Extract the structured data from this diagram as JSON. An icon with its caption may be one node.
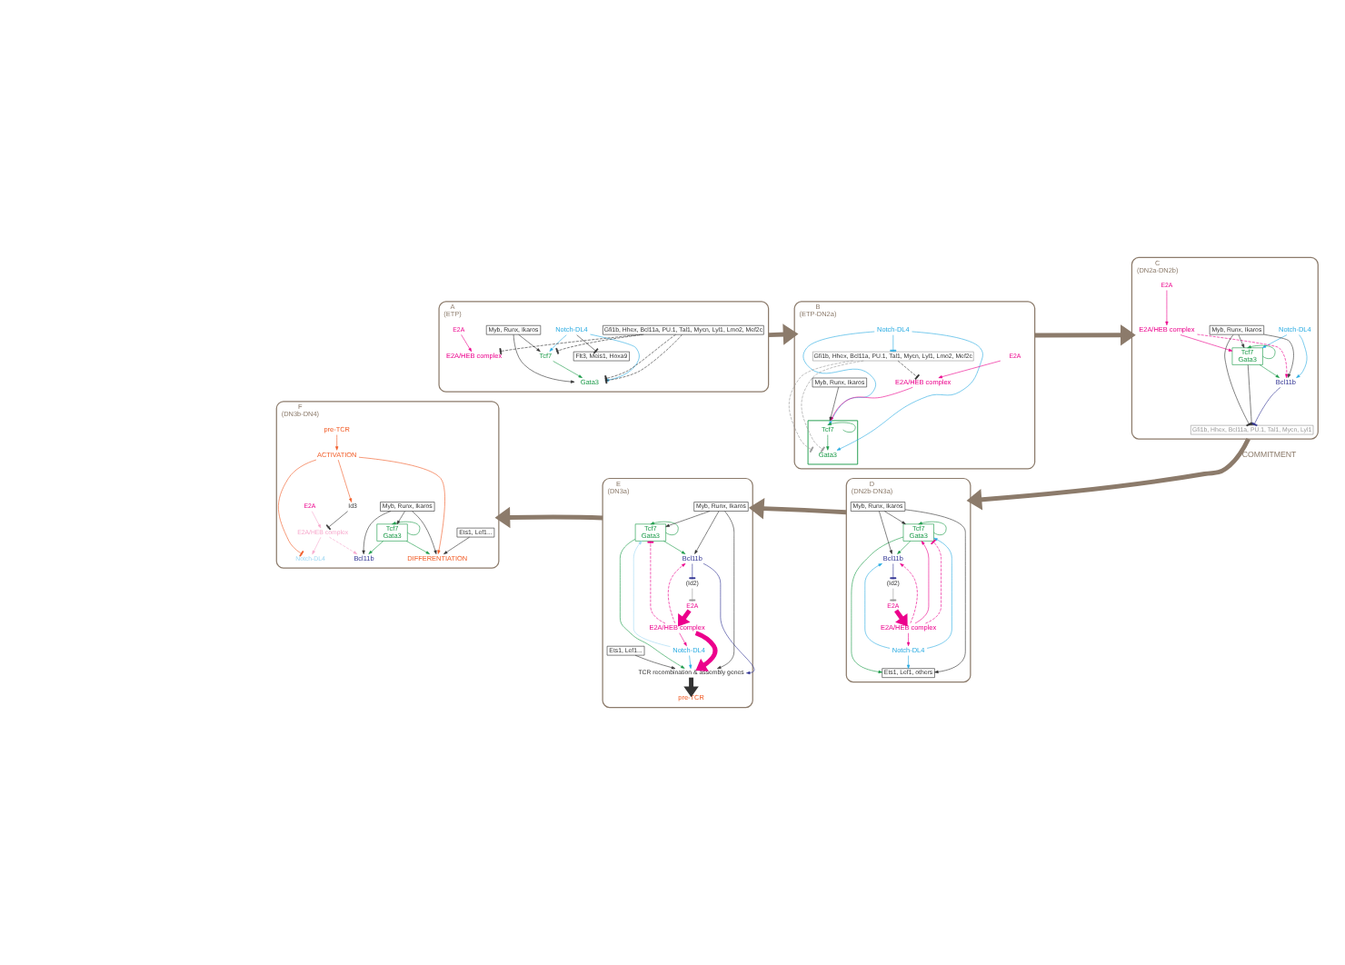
{
  "diagram": {
    "nodes": [
      {
        "text": [
          "A",
          "(ETP)"
        ]
      },
      {
        "text": [
          "Notch-DL4"
        ],
        "in": 0
      },
      {
        "text": [
          "Flt3, Meis1, Hoxa9"
        ],
        "in": 0
      },
      {
        "text": [
          "Gfi1b, Hhex, Bcl11a, PU.1, Tal1, Mycn, Lyl1, Lmo2, Mef2c"
        ],
        "in": 0
      },
      {
        "text": [
          "Tcf7"
        ],
        "in": 0
      },
      {
        "text": [
          "Gata3"
        ],
        "in": 0
      },
      {
        "text": [
          "E2A"
        ],
        "in": 0
      },
      {
        "text": [
          "E2A/HEB complex"
        ],
        "in": 0
      },
      {
        "text": [
          "Myb, Runx, Ikaros"
        ],
        "in": 0
      },
      {
        "text": [
          "B",
          "(ETP-DN2a)"
        ]
      },
      {
        "text": [
          "Notch-DL4"
        ],
        "in": 9
      },
      {
        "text": [
          "Gfi1b, Hhex, Bcl11a, PU.1, Tal1, Mycn, Lyl1, Lmo2, Mef2c"
        ],
        "in": 9
      },
      {
        "text": [],
        "shape": "box",
        "in": 9
      },
      {
        "text": [
          "Tcf7"
        ],
        "in": 12
      },
      {
        "text": [
          "Gata3"
        ],
        "in": 12
      },
      {
        "text": [
          "E2A"
        ],
        "in": 9
      },
      {
        "text": [
          "E2A/HEB complex"
        ],
        "in": 9
      },
      {
        "text": [
          "Myb, Runx, Ikaros"
        ],
        "in": 9
      },
      {
        "text": [
          "C",
          "(DN2a-DN2b)"
        ]
      },
      {
        "text": [
          "Notch-DL4"
        ],
        "in": 18
      },
      {
        "text": [
          "Gfi1b, Hhex, Bcl11a, PU.1, Tal1, Mycn, Lyl1"
        ],
        "in": 18
      },
      {
        "text": [
          "Tcf7",
          "Gata3"
        ],
        "in": 18
      },
      {
        "text": [
          "Bcl11b"
        ],
        "in": 18
      },
      {
        "text": [
          "E2A"
        ],
        "in": 18
      },
      {
        "text": [
          "E2A/HEB complex"
        ],
        "in": 18
      },
      {
        "text": [
          "Myb, Runx, Ikaros"
        ],
        "in": 18
      },
      {
        "text": [
          "D",
          "(DN2b-DN3a)"
        ]
      },
      {
        "text": [
          "Notch-DL4"
        ],
        "in": 26
      },
      {
        "text": [
          "(Id2)"
        ],
        "in": 26
      },
      {
        "text": [
          "Tcf7",
          "Gata3"
        ],
        "in": 26
      },
      {
        "text": [
          "Bcl11b"
        ],
        "in": 26
      },
      {
        "text": [
          "E2A"
        ],
        "in": 26
      },
      {
        "text": [
          "E2A/HEB complex"
        ],
        "in": 26
      },
      {
        "text": [
          "Myb, Runx, Ikaros"
        ],
        "in": 26
      },
      {
        "text": [
          "Ets1, Lef1, others"
        ],
        "in": 26
      },
      {
        "text": [
          "E",
          "(DN3a)"
        ]
      },
      {
        "text": [
          "Notch-DL4"
        ],
        "in": 35
      },
      {
        "text": [
          "(Id2)"
        ],
        "in": 35
      },
      {
        "text": [
          "Tcf7",
          "Gata3"
        ],
        "in": 35
      },
      {
        "text": [
          "Bcl11b"
        ],
        "in": 35
      },
      {
        "text": [
          "E2A"
        ],
        "in": 35
      },
      {
        "text": [
          "E2A/HEB complex"
        ],
        "in": 35
      },
      {
        "text": [
          "Myb, Runx, Ikaros"
        ],
        "in": 35
      },
      {
        "text": [
          "Ets1, Lef1..."
        ],
        "in": 35
      },
      {
        "text": [
          "TCR recombination & assembly genes"
        ],
        "in": 35
      },
      {
        "text": [
          "pre-TCR"
        ],
        "in": 35
      },
      {
        "text": [
          "F",
          "(DN3b-DN4)"
        ]
      },
      {
        "text": [
          "Notch-DL4"
        ],
        "in": 46
      },
      {
        "text": [
          "Id3"
        ],
        "in": 46
      },
      {
        "text": [
          "Tcf7",
          "Gata3"
        ],
        "in": 46
      },
      {
        "text": [
          "Bcl11b"
        ],
        "in": 46
      },
      {
        "text": [
          "E2A"
        ],
        "in": 46
      },
      {
        "text": [
          "E2A/HEB complex"
        ],
        "in": 46
      },
      {
        "text": [
          "Myb, Runx, Ikaros"
        ],
        "in": 46
      },
      {
        "text": [
          "Ets1, Lef1..."
        ],
        "in": 46
      },
      {
        "text": [
          "pre-TCR"
        ],
        "in": 46
      },
      {
        "text": [
          "ACTIVATION"
        ],
        "in": 46
      },
      {
        "text": [
          "DIFFERENTIATION"
        ],
        "in": 46
      }
    ],
    "edges": [
      {
        "from": 1,
        "to": 2,
        "arrow": "other"
      },
      {
        "from": 1,
        "to": 4,
        "arrow": "to",
        "color": "#29abe2"
      },
      {
        "from": 1,
        "to": 5,
        "arrow": "to",
        "color": "#29abe2"
      },
      {
        "from": 3,
        "to": 4,
        "arrow": "other",
        "style": "dashed"
      },
      {
        "from": 3,
        "to": 5,
        "arrow": "other",
        "style": "dashed"
      },
      {
        "from": 3,
        "to": 5,
        "arrow": "other",
        "style": "dashed"
      },
      {
        "from": 3,
        "to": 7,
        "arrow": "other",
        "style": "dashed"
      },
      {
        "from": 4,
        "to": 5,
        "arrow": "to",
        "color": "#1a9a48"
      },
      {
        "from": 6,
        "to": 7,
        "arrow": "to",
        "color": "#ec008c"
      },
      {
        "from": 8,
        "to": 4,
        "arrow": "to"
      },
      {
        "from": 8,
        "to": 5,
        "arrow": "to"
      },
      {
        "from": 10,
        "to": 13,
        "arrow": "to",
        "color": "#29abe2"
      },
      {
        "from": 10,
        "to": 14,
        "arrow": "to",
        "color": "#29abe2"
      },
      {
        "from": 10,
        "to": 11,
        "arrow": "other",
        "color": "#29abe2"
      },
      {
        "from": 11,
        "to": 14,
        "arrow": "other",
        "style": "dashed",
        "color": "#999999"
      },
      {
        "from": 11,
        "to": 14,
        "arrow": "other",
        "style": "dashed",
        "color": "#999999"
      },
      {
        "from": 11,
        "to": 16,
        "arrow": "other",
        "style": "dashed"
      },
      {
        "from": 13,
        "to": 13,
        "arrow": "to",
        "color": "#1a9a48"
      },
      {
        "from": 13,
        "to": 14,
        "arrow": "to",
        "color": "#1a9a48"
      },
      {
        "from": 15,
        "to": 16,
        "arrow": "to",
        "color": "#ec008c"
      },
      {
        "from": 16,
        "to": 12,
        "arrow": "to",
        "color": "#ec008c"
      },
      {
        "from": 17,
        "to": 12,
        "arrow": "to"
      },
      {
        "from": 19,
        "to": 21,
        "arrow": "to",
        "color": "#29abe2"
      },
      {
        "from": 19,
        "to": 22,
        "arrow": "to",
        "color": "#29abe2"
      },
      {
        "from": 22,
        "to": 20,
        "arrow": "other",
        "color": "#2e3192"
      },
      {
        "from": 21,
        "to": 20,
        "arrow": "other"
      },
      {
        "from": 25,
        "to": 20,
        "arrow": "other"
      },
      {
        "from": 21,
        "to": 21,
        "arrow": "to",
        "color": "#1a9a48"
      },
      {
        "from": 21,
        "to": 22,
        "arrow": "to",
        "color": "#1a9a48"
      },
      {
        "from": 23,
        "to": 24,
        "arrow": "to",
        "color": "#ec008c"
      },
      {
        "from": 24,
        "to": 21,
        "arrow": "to",
        "color": "#ec008c"
      },
      {
        "from": 24,
        "to": 22,
        "arrow": "to",
        "style": "dashed",
        "color": "#ec008c"
      },
      {
        "from": 25,
        "to": 21,
        "arrow": "to"
      },
      {
        "from": 25,
        "to": 22,
        "arrow": "to"
      },
      {
        "from": 27,
        "to": 29,
        "arrow": "to",
        "color": "#29abe2"
      },
      {
        "from": 27,
        "to": 30,
        "arrow": "to",
        "color": "#29abe2"
      },
      {
        "from": 27,
        "to": 34,
        "arrow": "to",
        "color": "#29abe2"
      },
      {
        "from": 32,
        "to": 27,
        "arrow": "to",
        "color": "#ec008c"
      },
      {
        "from": 30,
        "to": 28,
        "arrow": "other",
        "color": "#2e3192"
      },
      {
        "from": 28,
        "to": 31,
        "arrow": "other",
        "color": "#999999"
      },
      {
        "from": 29,
        "to": 29,
        "arrow": "to",
        "color": "#1a9a48"
      },
      {
        "from": 29,
        "to": 30,
        "arrow": "to",
        "color": "#1a9a48"
      },
      {
        "from": 29,
        "to": 34,
        "arrow": "to",
        "color": "#1a9a48"
      },
      {
        "from": 31,
        "to": 32,
        "arrow": "to",
        "style": "thick",
        "color": "#ec008c"
      },
      {
        "from": 32,
        "to": 29,
        "arrow": "to",
        "color": "#ec008c"
      },
      {
        "from": 32,
        "to": 29,
        "arrow": "other",
        "style": "dashed",
        "color": "#ec008c"
      },
      {
        "from": 32,
        "to": 30,
        "arrow": "to",
        "style": "dashed",
        "color": "#ec008c"
      },
      {
        "from": 33,
        "to": 29,
        "arrow": "to"
      },
      {
        "from": 33,
        "to": 30,
        "arrow": "to"
      },
      {
        "from": 33,
        "to": 34,
        "arrow": "to"
      },
      {
        "from": 36,
        "to": 38,
        "arrow": "to",
        "color": "#9fd8f3"
      },
      {
        "from": 36,
        "to": 44,
        "arrow": "to",
        "color": "#29abe2"
      },
      {
        "from": 41,
        "to": 36,
        "arrow": "to",
        "color": "#ec008c"
      },
      {
        "from": 39,
        "to": 37,
        "arrow": "other",
        "color": "#2e3192"
      },
      {
        "from": 37,
        "to": 40,
        "arrow": "other",
        "color": "#999999"
      },
      {
        "from": 38,
        "to": 38,
        "arrow": "to",
        "color": "#1a9a48"
      },
      {
        "from": 38,
        "to": 39,
        "arrow": "to",
        "color": "#1a9a48"
      },
      {
        "from": 38,
        "to": 44,
        "arrow": "to",
        "color": "#1a9a48"
      },
      {
        "from": 40,
        "to": 41,
        "arrow": "to",
        "style": "thick",
        "color": "#ec008c"
      },
      {
        "from": 41,
        "to": 38,
        "arrow": "other",
        "style": "dashed",
        "color": "#ec008c"
      },
      {
        "from": 41,
        "to": 39,
        "arrow": "to",
        "style": "dashed",
        "color": "#ec008c"
      },
      {
        "from": 41,
        "to": 44,
        "arrow": "to",
        "style": "thick",
        "color": "#ec008c"
      },
      {
        "from": 42,
        "to": 38,
        "arrow": "to"
      },
      {
        "from": 42,
        "to": 39,
        "arrow": "to"
      },
      {
        "from": 42,
        "to": 44,
        "arrow": "to"
      },
      {
        "from": 43,
        "to": 44,
        "arrow": "to"
      },
      {
        "from": 39,
        "to": 44,
        "arrow": "to",
        "color": "#2e3192"
      },
      {
        "from": 44,
        "to": 45,
        "arrow": "to",
        "style": "thick"
      },
      {
        "from": 56,
        "to": 47,
        "arrow": "other",
        "color": "#f15a24"
      },
      {
        "from": 56,
        "to": 48,
        "arrow": "to",
        "color": "#f15a24"
      },
      {
        "from": 48,
        "to": 52,
        "arrow": "other"
      },
      {
        "from": 51,
        "to": 52,
        "arrow": "to",
        "color": "#f7a8cc"
      },
      {
        "from": 52,
        "to": 47,
        "arrow": "to",
        "color": "#f7a8cc"
      },
      {
        "from": 49,
        "to": 49,
        "arrow": "to",
        "color": "#1a9a48"
      },
      {
        "from": 49,
        "to": 50,
        "arrow": "to",
        "color": "#1a9a48"
      },
      {
        "from": 49,
        "to": 57,
        "arrow": "to",
        "color": "#1a9a48"
      },
      {
        "from": 52,
        "to": 50,
        "arrow": "to",
        "style": "dashed",
        "color": "#f7a8cc"
      },
      {
        "from": 53,
        "to": 49,
        "arrow": "to"
      },
      {
        "from": 53,
        "to": 50,
        "arrow": "to"
      },
      {
        "from": 53,
        "to": 57,
        "arrow": "to"
      },
      {
        "from": 54,
        "to": 57,
        "arrow": "to"
      },
      {
        "from": 55,
        "to": 56,
        "arrow": "to",
        "color": "#f15a24"
      },
      {
        "from": 56,
        "to": 57,
        "arrow": "to",
        "color": "#f15a24"
      },
      {
        "from": 0,
        "to": 9,
        "arrow": "to",
        "style": "thick",
        "color": "#8c7b6b"
      },
      {
        "from": 9,
        "to": 18,
        "arrow": "to",
        "style": "thick",
        "color": "#8c7b6b"
      },
      {
        "from": 18,
        "to": 26,
        "arrow": "to",
        "label": "COMMITMENT",
        "style": "thick",
        "color": "#8c7b6b"
      },
      {
        "from": 26,
        "to": 35,
        "arrow": "to",
        "style": "thick",
        "color": "#8c7b6b"
      },
      {
        "from": 35,
        "to": 46,
        "arrow": "to",
        "style": "thick",
        "color": "#8c7b6b"
      }
    ]
  }
}
